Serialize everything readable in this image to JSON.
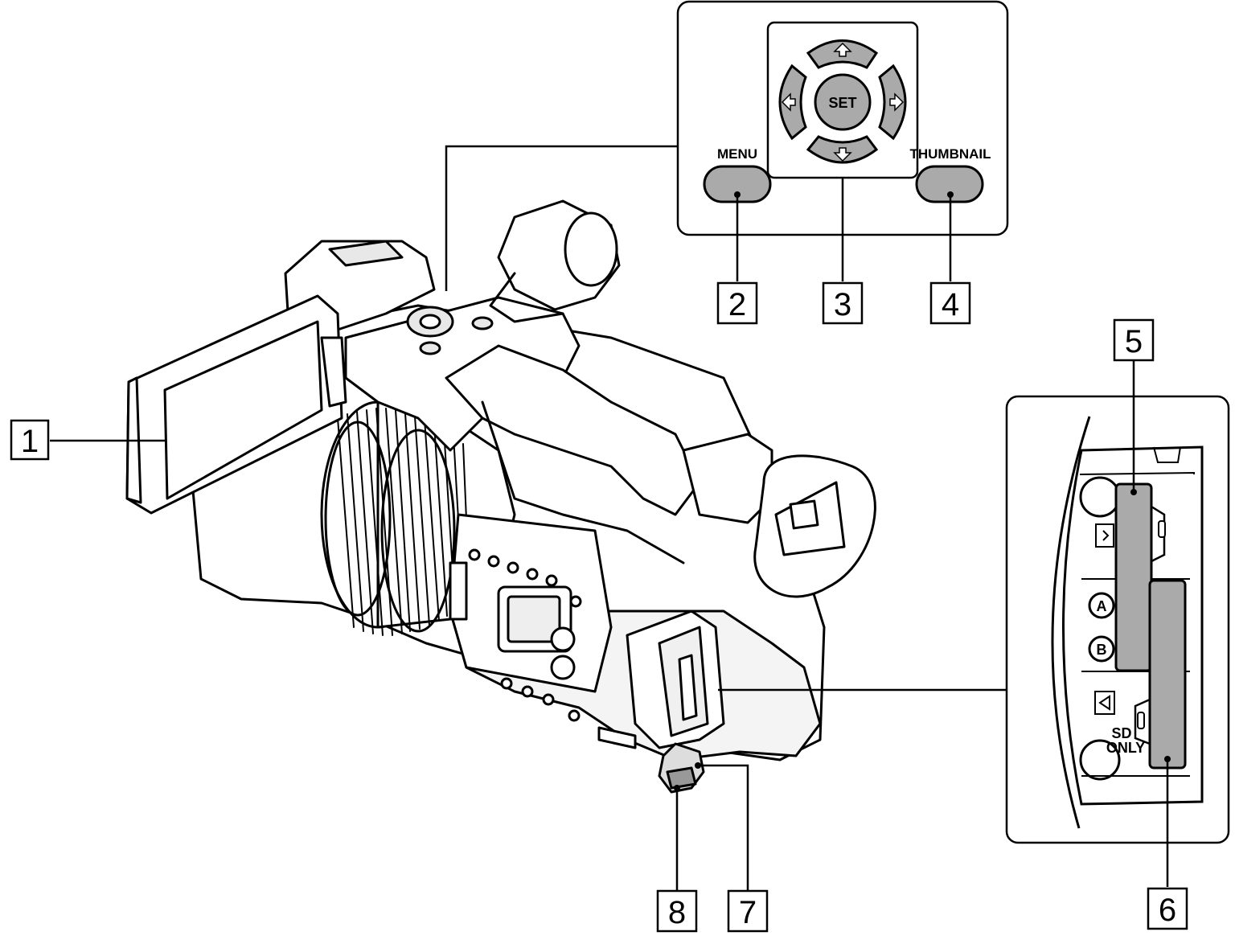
{
  "callouts": [
    "1",
    "2",
    "3",
    "4",
    "5",
    "6",
    "7",
    "8"
  ],
  "buttons": {
    "menu": "MENU",
    "thumbnail": "THUMBNAIL",
    "set": "SET"
  },
  "slot_panel": {
    "slot_a": "A",
    "slot_b": "B",
    "sd_only_line1": "SD",
    "sd_only_line2": "ONLY"
  }
}
